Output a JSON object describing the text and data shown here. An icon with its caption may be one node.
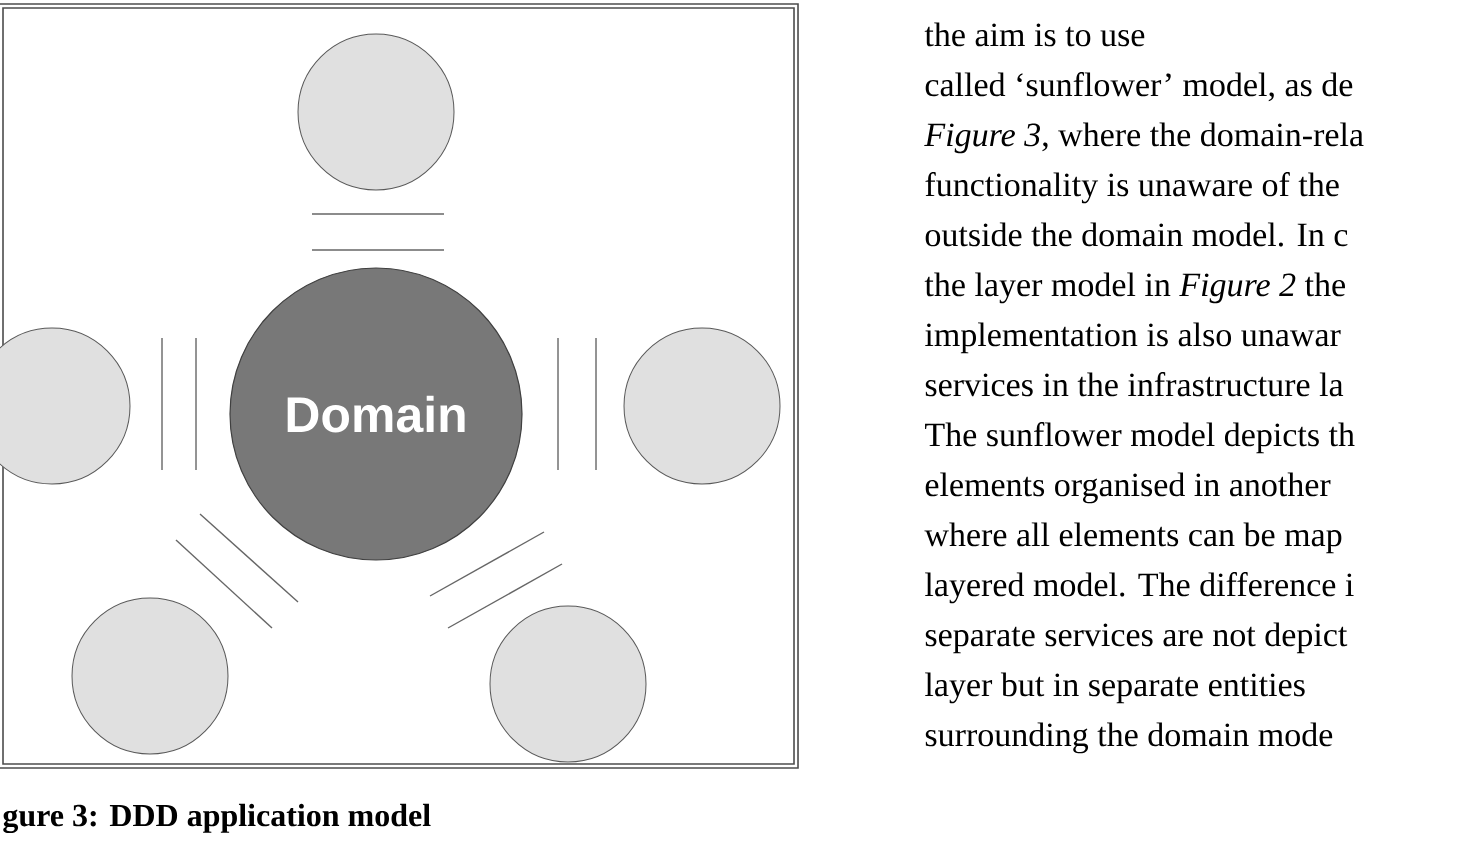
{
  "diagram": {
    "caption": "gure 3: DDD application model",
    "nodes": [
      {
        "text": [],
        "shape": "circle"
      },
      {
        "text": [],
        "shape": "circle"
      },
      {
        "text": [
          "Domain"
        ]
      },
      {
        "text": [],
        "shape": "circle"
      },
      {
        "text": [],
        "shape": "circle"
      },
      {
        "text": [],
        "shape": "circle"
      }
    ],
    "labels": [
      "the aim is to use",
      "called ‘sunflower’ model, as de",
      "*Figure 3*, where the domain-rela",
      "functionality is unaware of the",
      "outside the domain model. In c",
      "the layer model in *Figure 2* the",
      "implementation is also unawar",
      "services in the infrastructure la",
      "The sunflower model depicts th",
      "elements organised in another",
      "where all elements can be map",
      "layered model. The difference i",
      "separate services are not depict",
      "layer but in separate entities",
      "surrounding the domain mode"
    ]
  }
}
